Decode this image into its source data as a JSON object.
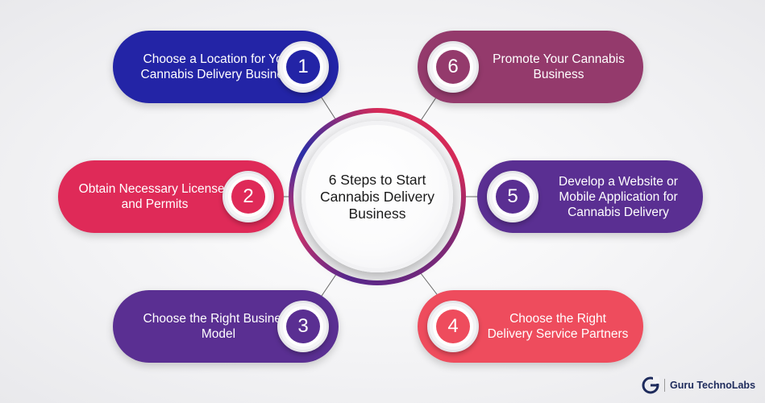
{
  "center": {
    "title": "6 Steps to Start Cannabis Delivery Business"
  },
  "steps": [
    {
      "number": "1",
      "label": "Choose a Location for Your Cannabis Delivery Business",
      "color": "#2324a6"
    },
    {
      "number": "2",
      "label": "Obtain Necessary Licenses and Permits",
      "color": "#df2a58"
    },
    {
      "number": "3",
      "label": "Choose the Right Business Model",
      "color": "#5a2f92"
    },
    {
      "number": "4",
      "label": "Choose the Right Delivery Service Partners",
      "color": "#ee4c5d"
    },
    {
      "number": "5",
      "label": "Develop a Website or Mobile Application for Cannabis Delivery",
      "color": "#5a2f92"
    },
    {
      "number": "6",
      "label": "Promote Your Cannabis Business",
      "color": "#943a6c"
    }
  ],
  "brand": {
    "name": "Guru TechnoLabs",
    "logo_icon": "guru-technolabs-g-logo",
    "color": "#1e2b5c"
  }
}
